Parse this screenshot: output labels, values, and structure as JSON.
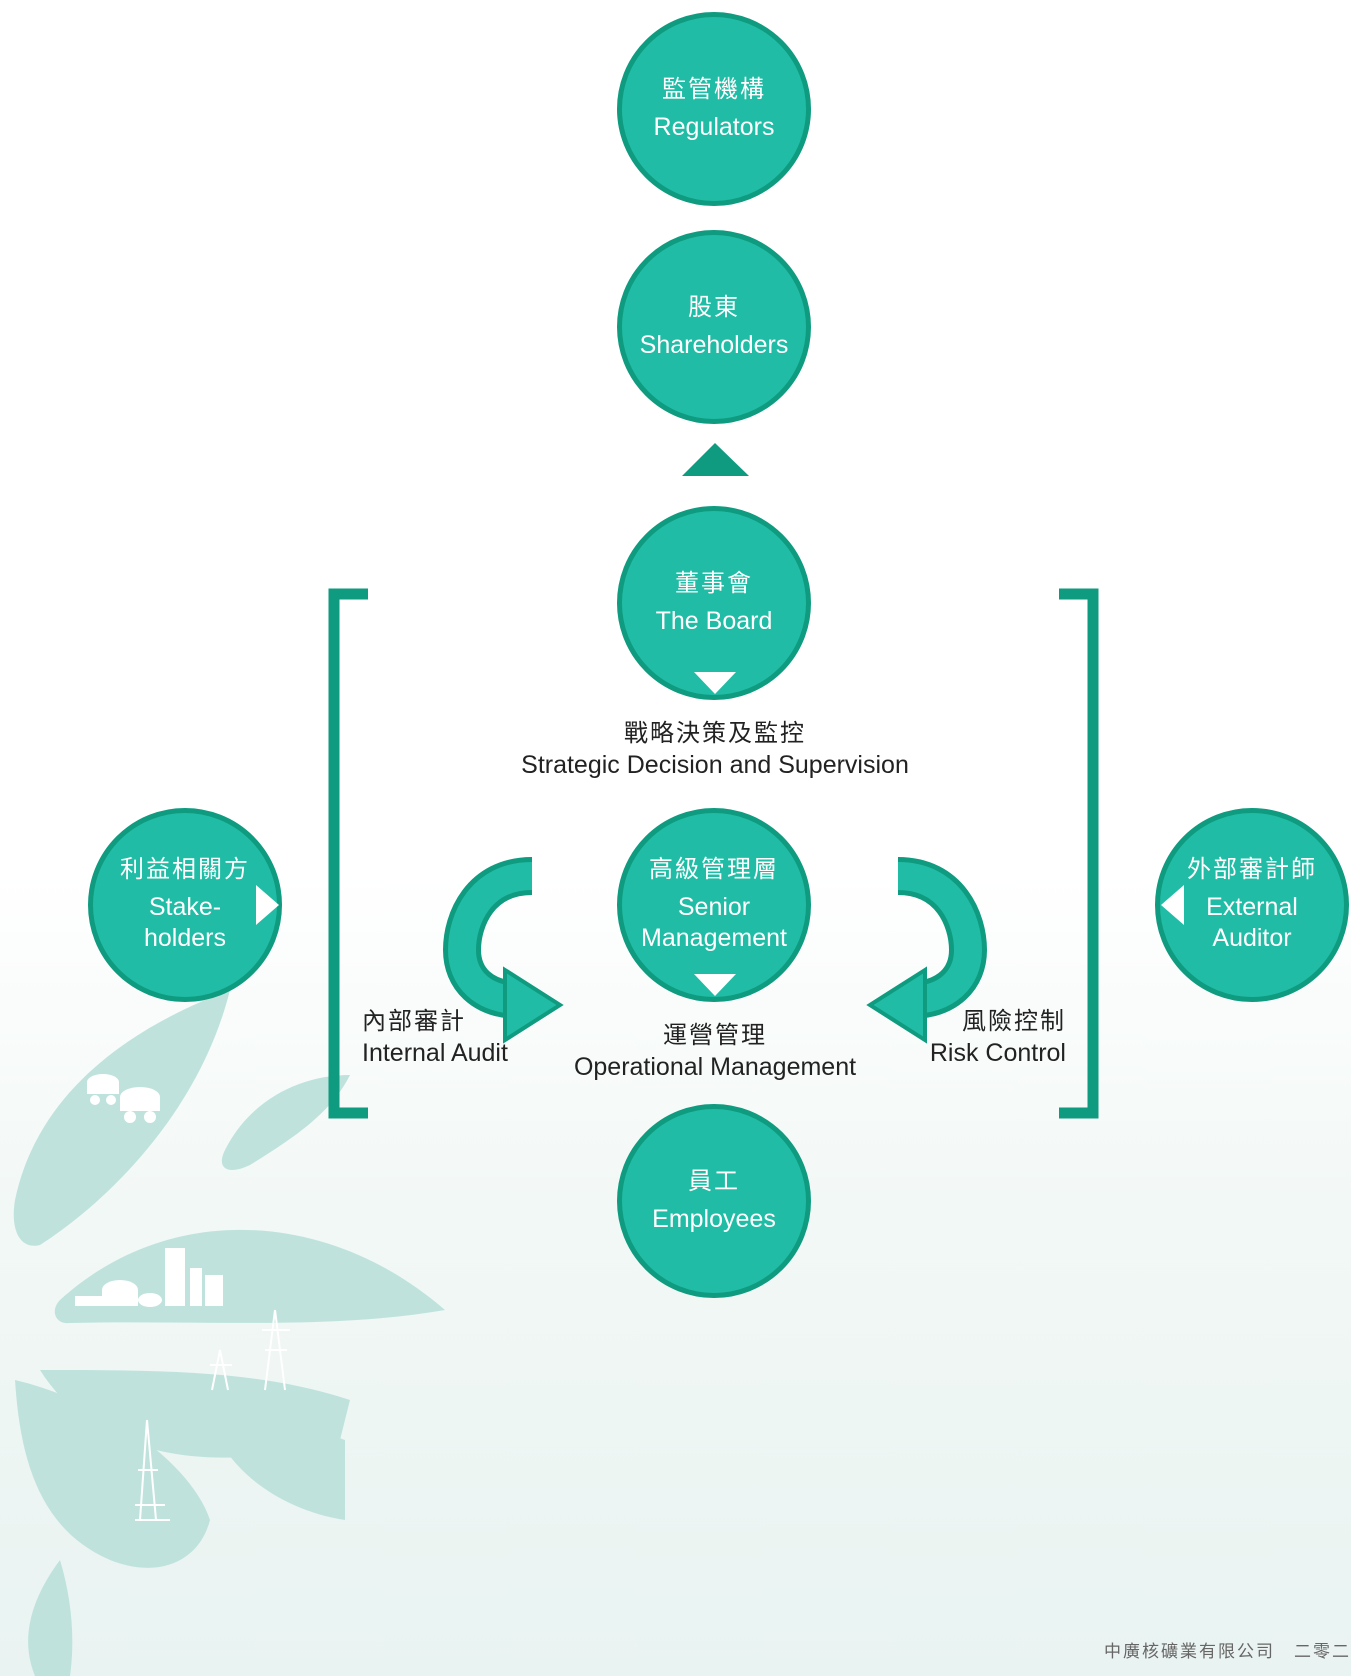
{
  "colors": {
    "circle_fill": "#21bca5",
    "circle_border": "#0e9b7f",
    "bracket": "#0e9b7f",
    "leaf": "#bfe3dc"
  },
  "nodes": {
    "regulators": {
      "zh": "監管機構",
      "en": "Regulators"
    },
    "shareholders": {
      "zh": "股東",
      "en": "Shareholders"
    },
    "board": {
      "zh": "董事會",
      "en": "The Board"
    },
    "senior": {
      "zh": "高級管理層",
      "en_line1": "Senior",
      "en_line2": "Management"
    },
    "employees": {
      "zh": "員工",
      "en": "Employees"
    },
    "stakeholders": {
      "zh": "利益相關方",
      "en_line1": "Stake-",
      "en_line2": "holders"
    },
    "auditor": {
      "zh": "外部審計師",
      "en_line1": "External",
      "en_line2": "Auditor"
    }
  },
  "labels": {
    "strategic": {
      "zh": "戰略決策及監控",
      "en": "Strategic Decision and Supervision"
    },
    "internal_audit": {
      "zh": "內部審計",
      "en": "Internal Audit"
    },
    "operational": {
      "zh": "運營管理",
      "en": "Operational Management"
    },
    "risk_control": {
      "zh": "風險控制",
      "en": "Risk Control"
    }
  },
  "footer": {
    "text": "中廣核礦業有限公司　二零二"
  },
  "icons": [
    "up-triangle-icon",
    "down-triangle-icon",
    "right-triangle-icon",
    "left-triangle-icon",
    "curved-arrow-icon",
    "bracket-icon",
    "leaf-icon",
    "mining-cart-icon",
    "factory-icon",
    "power-tower-icon",
    "drilling-rig-icon"
  ]
}
